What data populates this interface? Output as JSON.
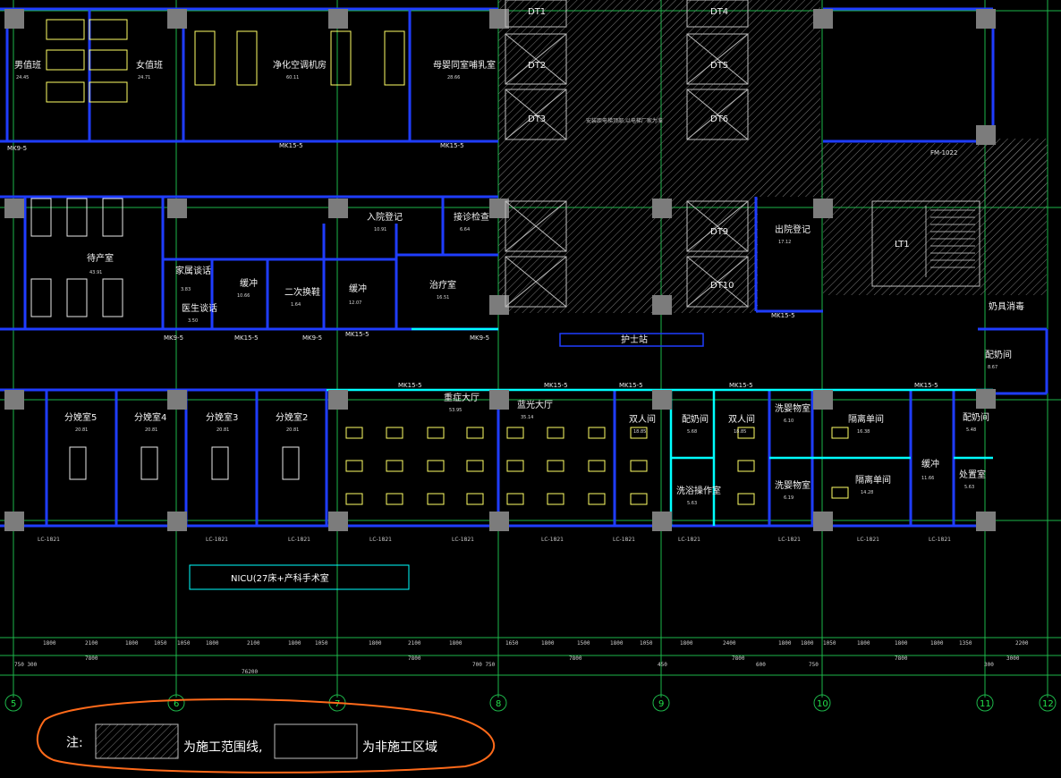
{
  "rooms": {
    "male_changing": {
      "name": "男值班",
      "area": "24.45"
    },
    "female_changing": {
      "name": "女值班",
      "area": "24.71"
    },
    "hvac_room": {
      "name": "净化空调机房",
      "area": "60.11"
    },
    "mother_room": {
      "name": "母婴同室哺乳室",
      "area": "28.66"
    },
    "labor_room": {
      "name": "待产室",
      "area": "43.91"
    },
    "family_talk": {
      "name": "家属谈话",
      "area": "3.83"
    },
    "doctor_talk": {
      "name": "医生谈话",
      "area": "3.50"
    },
    "buffer_1": {
      "name": "缓冲",
      "area": "10.66"
    },
    "second_change": {
      "name": "二次换鞋",
      "area": "1.64"
    },
    "buffer_2": {
      "name": "缓冲",
      "area": "12.07"
    },
    "admission": {
      "name": "入院登记",
      "area": "10.91"
    },
    "exam_room": {
      "name": "接诊检查",
      "area": "6.64"
    },
    "treatment": {
      "name": "治疗室",
      "area": "16.51"
    },
    "discharge": {
      "name": "出院登记",
      "area": "17.12"
    },
    "appliance_wash": {
      "name": "奶具消毒",
      "area": ""
    },
    "milk_room_top": {
      "name": "配奶间",
      "area": "8.67"
    },
    "delivery_5": {
      "name": "分娩室5",
      "area": "20.81"
    },
    "delivery_4": {
      "name": "分娩室4",
      "area": "20.81"
    },
    "delivery_3": {
      "name": "分娩室3",
      "area": "20.81"
    },
    "delivery_2": {
      "name": "分娩室2",
      "area": "20.81"
    },
    "severe_hall": {
      "name": "重症大厅",
      "area": "53.95"
    },
    "bluelight_hall": {
      "name": "蓝光大厅",
      "area": "35.14"
    },
    "double_1": {
      "name": "双人间",
      "area": "18.85"
    },
    "milk_room_mid": {
      "name": "配奶间",
      "area": "5.68"
    },
    "washroom": {
      "name": "洗浴操作室",
      "area": "5.63"
    },
    "double_2": {
      "name": "双人间",
      "area": "18.85"
    },
    "hand_wash_1": {
      "name": "洗婴物室",
      "area": "6.10"
    },
    "isolation_single": {
      "name": "隔离单间",
      "area": "16.38"
    },
    "hand_wash_2": {
      "name": "洗婴物室",
      "area": "6.19"
    },
    "isolation_single_2": {
      "name": "隔离单间",
      "area": "14.28"
    },
    "buffer_3": {
      "name": "缓冲",
      "area": "11.66"
    },
    "milk_room_right": {
      "name": "配奶间",
      "area": "5.48"
    },
    "disposal": {
      "name": "处置室",
      "area": "5.63"
    },
    "nurse_station": {
      "name": "护士站",
      "area": ""
    }
  },
  "elevators": [
    "DT1",
    "DT2",
    "DT3",
    "DT4",
    "DT5",
    "DT6",
    "DT9",
    "DT10",
    "LT1"
  ],
  "door_tags": {
    "mk9": "MK9-5",
    "mk15": "MK15-5",
    "lc": "LC-1821",
    "fm": "FM-1022"
  },
  "hatch_note": "安装距电梯顶部,以电梯厂家为准",
  "banner": "NICU(27床+产科手术室",
  "dimensions": {
    "row1": [
      "1800",
      "2100",
      "1800",
      "1050",
      "1050",
      "1800",
      "2100",
      "1800",
      "1050",
      "1800",
      "2100",
      "1800",
      "1650",
      "1800",
      "1500",
      "1800",
      "1050",
      "1800",
      "2400",
      "1800",
      "1800",
      "1050",
      "1800",
      "1800",
      "1800",
      "1350",
      "2200"
    ],
    "row2": [
      "750 300",
      "7800",
      "7800",
      "700 750",
      "7800",
      "450",
      "7800",
      "600",
      "750",
      "7800",
      "300",
      "3000"
    ],
    "total": "76200"
  },
  "grid_axes": [
    "5",
    "6",
    "7",
    "8",
    "9",
    "10",
    "11",
    "12"
  ],
  "legend": {
    "note_prefix": "注:",
    "hatched_text": "为施工范围线,",
    "blank_text": "为非施工区域"
  },
  "colors": {
    "background": "#000000",
    "wall": "#1f3dff",
    "partition": "#00ffff",
    "column": "#7c7c7c",
    "grid_line": "#1db64a",
    "hatch": "#8a8a8a",
    "furniture": "#ffff66",
    "markup": "#ff6a1a",
    "accent": "#ff33ff"
  }
}
